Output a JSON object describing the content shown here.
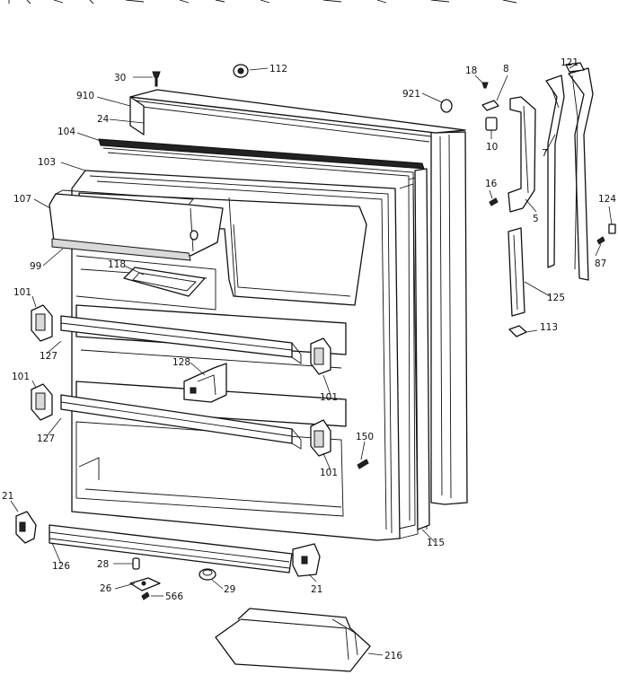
{
  "diagram": {
    "callouts": {
      "c30": "30",
      "c112": "112",
      "c910": "910",
      "c24": "24",
      "c104": "104",
      "c103": "103",
      "c107": "107",
      "c99": "99",
      "c118": "118",
      "c101a": "101",
      "c127a": "127",
      "c128": "128",
      "c101b": "101",
      "c101c": "101",
      "c127b": "127",
      "c101d": "101",
      "c150": "150",
      "c21a": "21",
      "c126": "126",
      "c28": "28",
      "c26": "26",
      "c566": "566",
      "c29": "29",
      "c21b": "21",
      "c216": "216",
      "c115": "115",
      "c921": "921",
      "c18": "18",
      "c8": "8",
      "c10": "10",
      "c16": "16",
      "c5": "5",
      "c121": "121",
      "c7": "7",
      "c124": "124",
      "c87": "87",
      "c125": "125",
      "c113": "113"
    }
  }
}
